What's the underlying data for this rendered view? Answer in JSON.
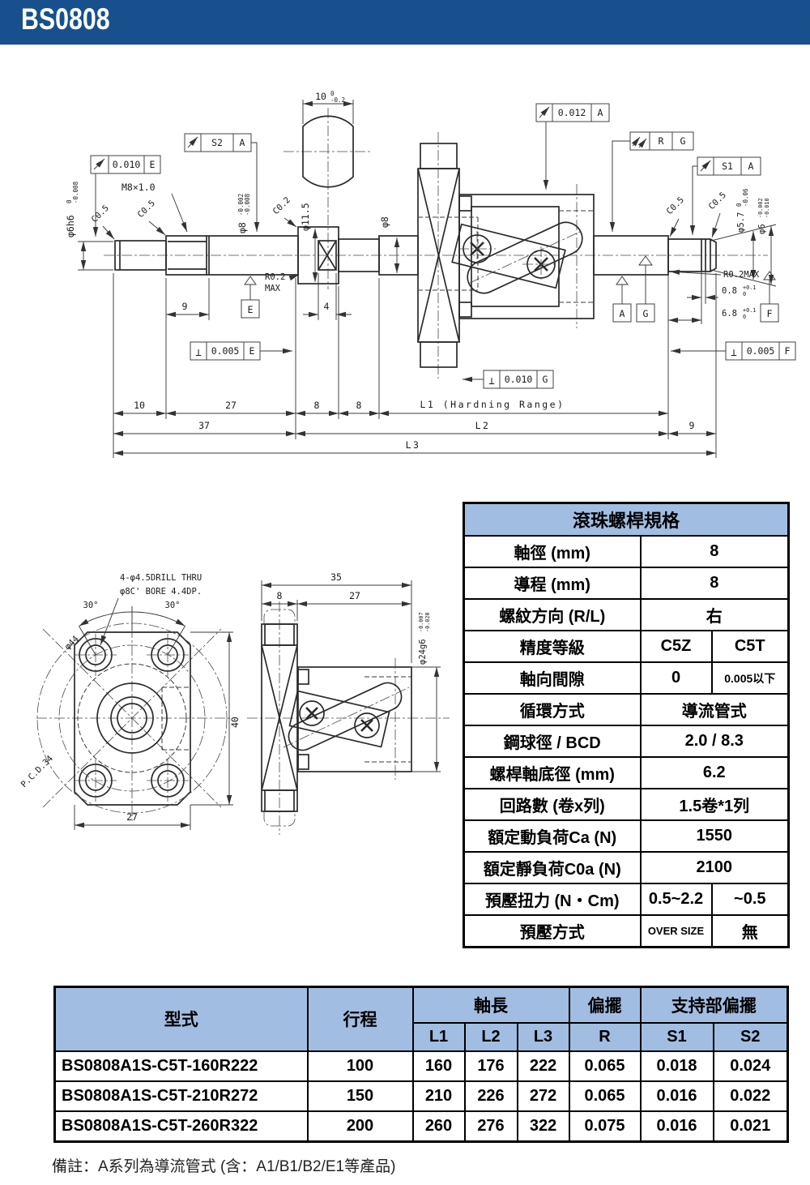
{
  "header": {
    "title": "BS0808"
  },
  "colors": {
    "header_bg": "#17508c",
    "table_head_bg": "#a2bde2"
  },
  "spec": {
    "title": "滾珠螺桿規格",
    "rows": [
      {
        "label": "軸徑 (mm)",
        "value": "8"
      },
      {
        "label": "導程 (mm)",
        "value": "8"
      },
      {
        "label": "螺紋方向 (R/L)",
        "value": "右"
      },
      {
        "label": "精度等級",
        "v1": "C5Z",
        "v2": "C5T"
      },
      {
        "label": "軸向間隙",
        "v1": "0",
        "v2": "0.005以下"
      },
      {
        "label": "循環方式",
        "value": "導流管式"
      },
      {
        "label": "鋼球徑 / BCD",
        "value": "2.0 / 8.3"
      },
      {
        "label": "螺桿軸底徑 (mm)",
        "value": "6.2"
      },
      {
        "label": "回路數 (卷x列)",
        "value": "1.5卷*1列"
      },
      {
        "label": "額定動負荷Ca  (N)",
        "value": "1550"
      },
      {
        "label": "額定靜負荷C0a  (N)",
        "value": "2100"
      },
      {
        "label": "預壓扭力 (N・Cm)",
        "v1": "0.5~2.2",
        "v2": "~0.5"
      },
      {
        "label": "預壓方式",
        "v1": "OVER SIZE",
        "v2": "無"
      }
    ]
  },
  "models": {
    "col_model": "型式",
    "col_stroke": "行程",
    "col_axis_len": "軸長",
    "col_runout": "偏擺",
    "col_support_runout": "支持部偏擺",
    "sub": [
      "L1",
      "L2",
      "L3",
      "R",
      "S1",
      "S2"
    ],
    "rows": [
      {
        "model": "BS0808A1S-C5T-160R222",
        "stroke": "100",
        "l1": "160",
        "l2": "176",
        "l3": "222",
        "r": "0.065",
        "s1": "0.018",
        "s2": "0.024"
      },
      {
        "model": "BS0808A1S-C5T-210R272",
        "stroke": "150",
        "l1": "210",
        "l2": "226",
        "l3": "272",
        "r": "0.065",
        "s1": "0.016",
        "s2": "0.022"
      },
      {
        "model": "BS0808A1S-C5T-260R322",
        "stroke": "200",
        "l1": "260",
        "l2": "276",
        "l3": "322",
        "r": "0.075",
        "s1": "0.016",
        "s2": "0.021"
      }
    ]
  },
  "note": "備註：A系列為導流管式 (含：A1/B1/B2/E1等產品)",
  "dwg": {
    "f1_val": "0.010",
    "f2_val": "S2",
    "f3_val": "0.012",
    "f4_val": "R",
    "f5_val": "S1",
    "f6_val": "0.005",
    "f7_val": "0.010",
    "f8_val": "0.005",
    "datum_a": "A",
    "datum_e": "E",
    "datum_g": "G",
    "datum_f": "F",
    "perp": "⊥",
    "m8": "M8×1.0",
    "c05": "C0.5",
    "c02": "C0.2",
    "phi6h6": "φ6h6",
    "phi6h6_t": "0",
    "phi6h6_b": "-0.008",
    "phi8tol": "φ8",
    "phi8tol_t": "-0.002",
    "phi8tol_b": "-0.008",
    "phi115": "φ11.5",
    "phi8": "φ8",
    "phi57": "φ5.7",
    "phi57_t": "0",
    "phi57_b": "-0.06",
    "phi6": "φ6",
    "phi6_t": "-0.002",
    "phi6_b": "-0.010",
    "r02": "R0.2",
    "max": "MAX",
    "r02max": "R0.2MAX",
    "d08": "0.8",
    "d68": "6.8",
    "tol_p01": "+0.1",
    "tol_0": "0",
    "d9": "9",
    "d4": "4",
    "d10": "10",
    "d10_t": "0",
    "d10_b": "-0.2",
    "d27": "27",
    "d8": "8",
    "d37": "37",
    "l1": "L1 (Hardning Range)",
    "l2": "L2",
    "l3": "L3",
    "drill": "4-φ4.5DRILL THRU",
    "cbore": "φ8C' BORE 4.4DP.",
    "deg30": "30°",
    "phi44": "φ44",
    "pcd34": "P.C.D.34",
    "d40": "40",
    "d35": "35",
    "phi24": "φ24g6",
    "phi24_t": "-0.007",
    "phi24_b": "-0.020"
  }
}
